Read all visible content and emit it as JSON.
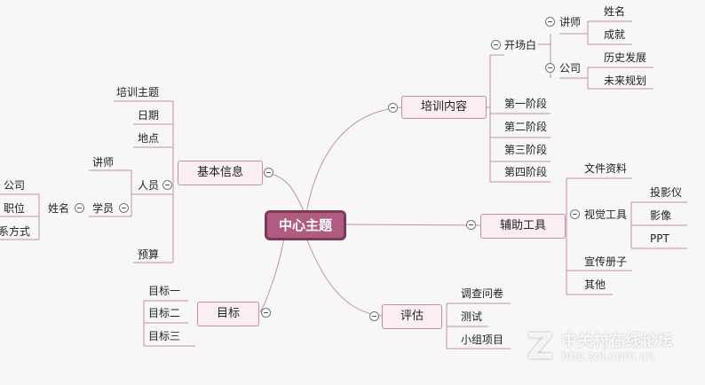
{
  "colors": {
    "line": "#c98da2",
    "center_fill": "#b05c80",
    "box_fill": "#fbeef2"
  },
  "center": {
    "label": "中心主题"
  },
  "branches": {
    "content": {
      "label": "培训内容"
    },
    "tools": {
      "label": "辅助工具"
    },
    "eval": {
      "label": "评估"
    },
    "goal": {
      "label": "目标"
    },
    "basic": {
      "label": "基本信息"
    }
  },
  "content": {
    "opening": "开场白",
    "lecturer": "讲师",
    "name": "姓名",
    "achievement": "成就",
    "company": "公司",
    "history": "历史发展",
    "future": "未来规划",
    "stage1": "第一阶段",
    "stage2": "第二阶段",
    "stage3": "第三阶段",
    "stage4": "第四阶段"
  },
  "tools": {
    "docs": "文件资料",
    "visual": "视觉工具",
    "projector": "投影仪",
    "video": "影像",
    "ppt": "PPT",
    "brochure": "宣传册子",
    "other": "其他"
  },
  "eval": {
    "survey": "调查问卷",
    "test": "测试",
    "group": "小组项目"
  },
  "goal": {
    "g1": "目标一",
    "g2": "目标二",
    "g3": "目标三"
  },
  "basic": {
    "topic": "培训主题",
    "date": "日期",
    "place": "地点",
    "people": "人员",
    "lecturer": "讲师",
    "student": "学员",
    "name": "姓名",
    "company": "公司",
    "position": "职位",
    "contact": "系方式",
    "budget": "预算"
  },
  "watermark": {
    "logo": "Z",
    "site_cn": "中关村在线论坛",
    "site_url": "bbs.zol.com.cn"
  }
}
